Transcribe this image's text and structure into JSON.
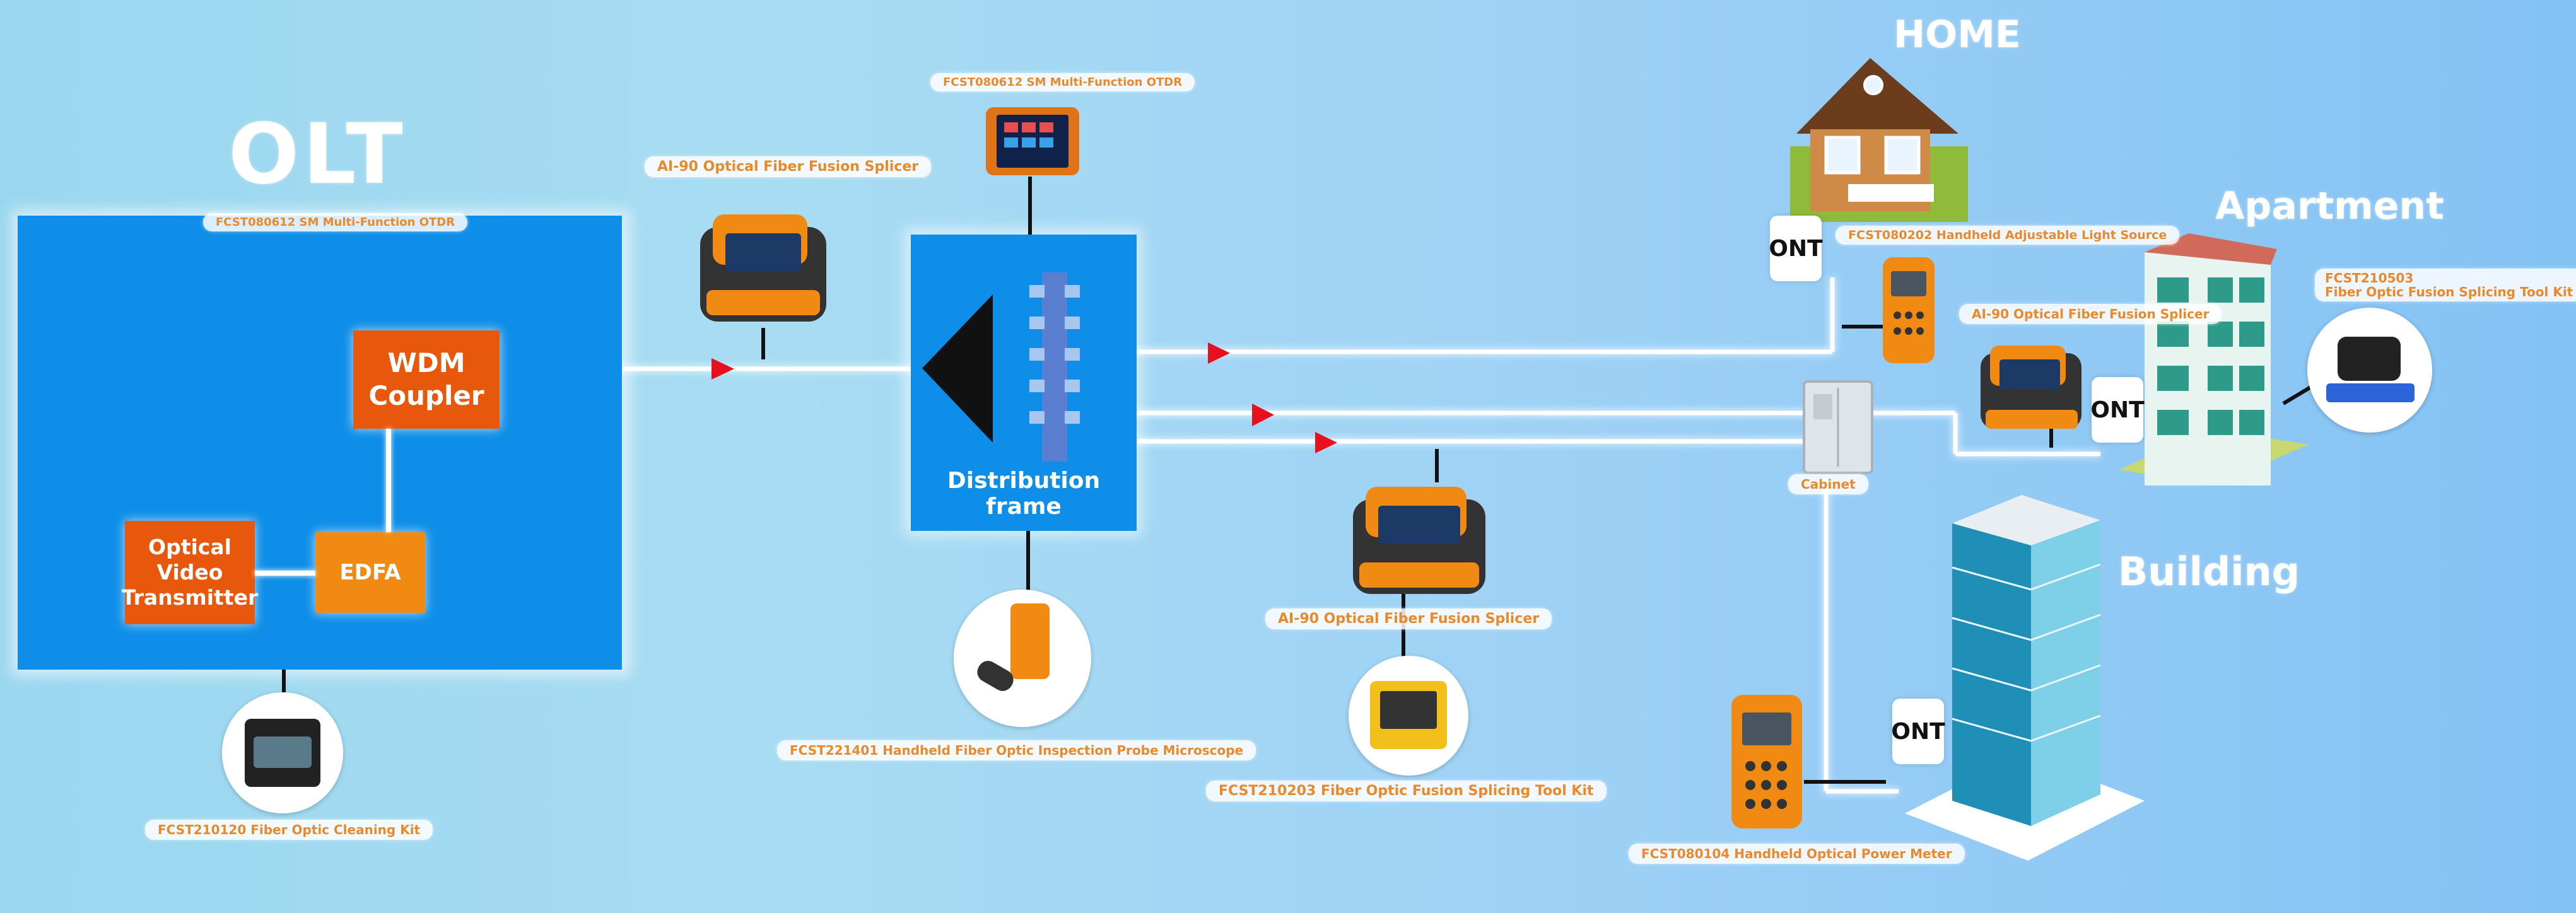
{
  "colors": {
    "olt_panel": "#0e8ee8",
    "wdm_box": "#e8580c",
    "edfa_box": "#f08a12",
    "label_text": "#e8892b",
    "arrow": "#e8101e",
    "fiber_glow": "#ffffff"
  },
  "titles": {
    "olt": "OLT",
    "home": "HOME",
    "apartment": "Apartment",
    "building": "Building"
  },
  "olt": {
    "wdm_coupler": "WDM Coupler",
    "edfa": "EDFA",
    "optical_video_transmitter": "Optical Video Transmitter"
  },
  "distribution_frame": {
    "label": "Distribution frame"
  },
  "ont_label": "ONT",
  "labels": {
    "otdr_olt": "FCST080612 SM Multi-Function OTDR",
    "otdr_top": "FCST080612 SM Multi-Function OTDR",
    "splicer_left": "AI-90 Optical Fiber Fusion Splicer",
    "splicer_mid": "AI-90 Optical Fiber Fusion Splicer",
    "splicer_right": "AI-90 Optical Fiber Fusion Splicer",
    "cleaning_kit": "FCST210120 Fiber Optic Cleaning Kit",
    "microscope": "FCST221401 Handheld Fiber Optic Inspection Probe Microscope",
    "splicing_kit_mid": "FCST210203 Fiber Optic Fusion Splicing Tool Kit",
    "light_source": "FCST080202 Handheld Adjustable Light Source",
    "splicing_kit_right_line1": "FCST210503",
    "splicing_kit_right_line2": "Fiber Optic Fusion Splicing Tool Kit",
    "cabinet": "Cabinet",
    "power_meter": "FCST080104 Handheld Optical Power Meter"
  },
  "icons": {
    "otdr": "otdr-device-icon",
    "splicer": "fusion-splicer-icon",
    "server": "server-rack-icon",
    "cleaning_kit": "cleaning-kit-case-icon",
    "microscope": "inspection-microscope-icon",
    "tool_case": "yellow-tool-case-icon",
    "light_source": "light-source-meter-icon",
    "power_meter": "power-meter-icon",
    "tool_bag": "tool-bag-icon",
    "cabinet": "outdoor-cabinet-icon",
    "house": "house-icon",
    "apartment": "apartment-building-icon",
    "skyscraper": "skyscraper-icon",
    "splitter": "splitter-triangle-icon"
  }
}
